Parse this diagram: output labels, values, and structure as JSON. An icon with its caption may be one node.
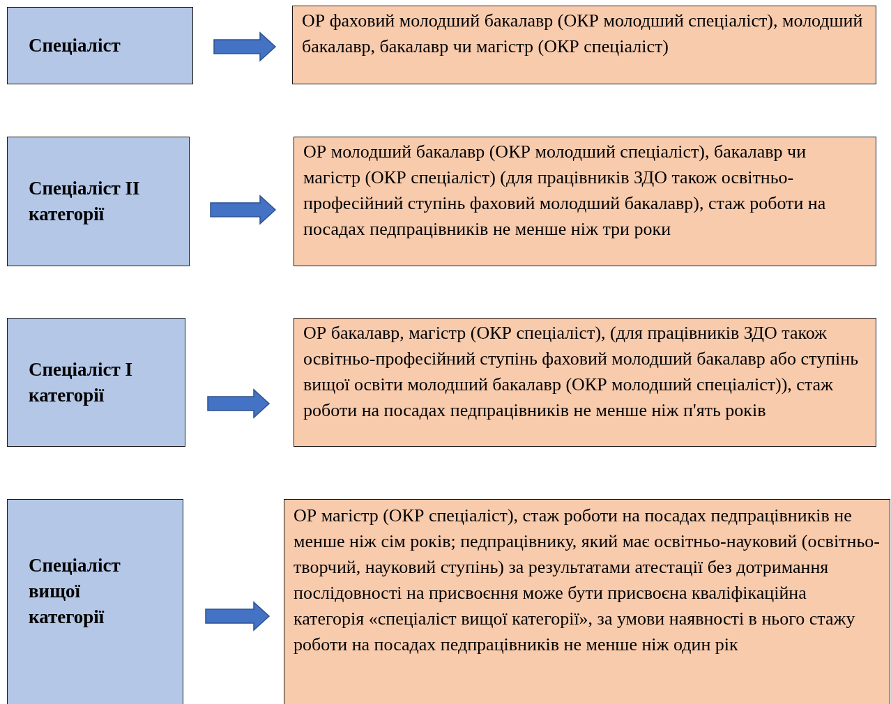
{
  "diagram": {
    "nodes": [
      {
        "text": [
          "Спеціаліст"
        ]
      },
      {
        "text": [
          "ОР фаховий молодший бакалавр (ОКР молодший спеціаліст), молодший бакалавр, бакалавр чи магістр (ОКР спеціаліст)"
        ]
      },
      {
        "text": [
          "Спеціаліст ІІ категорії"
        ]
      },
      {
        "text": [
          "ОР  молодший бакалавр (ОКР молодший спеціаліст), бакалавр чи магістр (ОКР спеціаліст) (для працівників ЗДО також освітньо-професійний ступінь фаховий молодший бакалавр), стаж роботи на посадах педпрацівників не менше ніж три роки"
        ]
      },
      {
        "text": [
          "Спеціаліст І категорії"
        ]
      },
      {
        "text": [
          "ОР бакалавр, магістр (ОКР  спеціаліст),  (для працівників ЗДО також освітньо-професійний ступінь фаховий молодший бакалавр або ступінь вищої освіти  молодший бакалавр (ОКР молодший спеціаліст)), стаж роботи на посадах педпрацівників не менше ніж п'ять років"
        ]
      },
      {
        "text": [
          "Спеціаліст вищої категорії"
        ]
      },
      {
        "text": [
          "ОР  магістр (ОКР  спеціаліст), стаж роботи на посадах педпрацівників не менше ніж сім років; педпрацівнику, який має освітньо-науковий (освітньо-творчий, науковий ступінь) за результатами атестації без дотримання послідовності на присвоєння може бути присвоєна кваліфікаційна категорія «спеціаліст вищої категорії», за умови наявності в нього стажу роботи на посадах педпрацівників не менше ніж один рік"
        ]
      }
    ],
    "edges": [
      {
        "from": 0,
        "to": 1,
        "arrow": "to"
      },
      {
        "from": 2,
        "to": 3,
        "arrow": "to"
      },
      {
        "from": 4,
        "to": 5,
        "arrow": "to"
      },
      {
        "from": 6,
        "to": 7,
        "arrow": "to"
      }
    ]
  }
}
